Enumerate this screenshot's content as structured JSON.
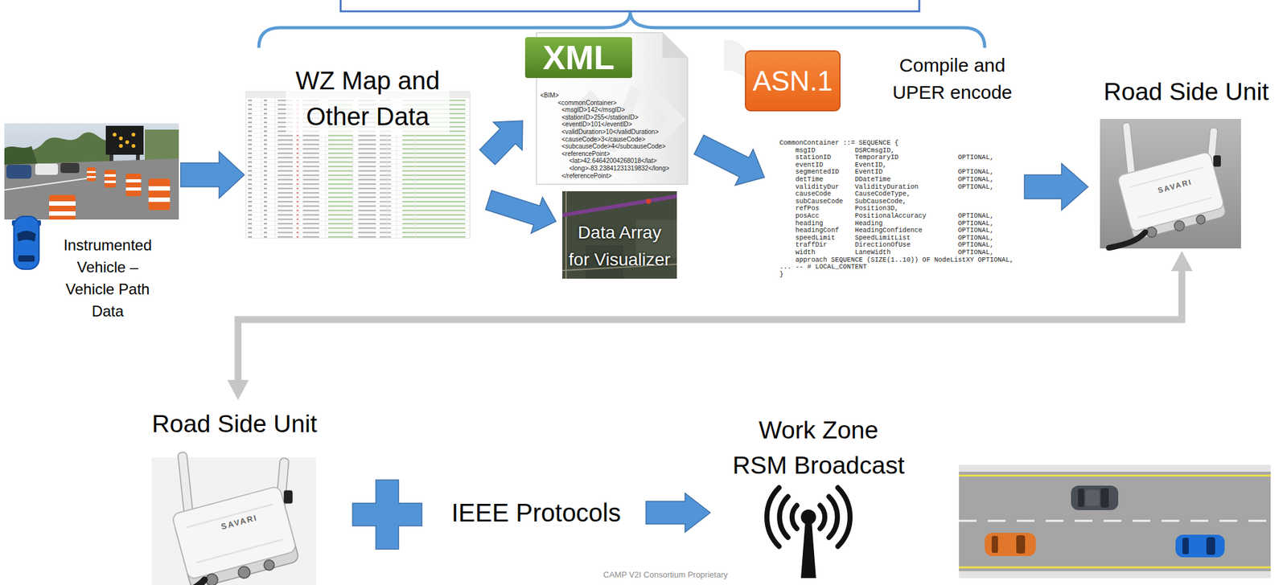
{
  "diagram": {
    "nodes": [
      {
        "text": [
          "Instrumented Vehicle – Vehicle Path Data"
        ]
      },
      {
        "text": [
          "WZ Map and Other Data"
        ]
      },
      {
        "text": [
          "XML",
          "<BIM>",
          "<commonContainer>",
          "<msgID>142</msgID>",
          "<stationID>255</stationID>",
          "<eventID>101</eventID>",
          "<validDuration>10</validDuration>",
          "<causeCode>3</causeCode>",
          "<subcauseCode>4</subcauseCode>",
          "<referencePoint>",
          "<lat>42.64642004268018</lat>",
          "<long>-83.23841231319832</long>",
          "</referencePoint>"
        ]
      },
      {
        "text": [
          "Data Array for Visualizer"
        ]
      },
      {
        "text": [
          "ASN.1"
        ]
      },
      {
        "text": [
          "CommonContainer ::= SEQUENCE {",
          "    msgID          DSRCmsgID,",
          "    stationID      TemporaryID               OPTIONAL,",
          "    eventID        EventID,",
          "    segmentedID    EventID                   OPTIONAL,",
          "    detTime        DDateTime                 OPTIONAL,",
          "    validityDur    ValidityDuration          OPTIONAL,",
          "    causeCode      CauseCodeType,",
          "    subCauseCode   SubCauseCode,",
          "    refPos         Position3D,",
          "    posAcc         PositionalAccuracy        OPTIONAL,",
          "    heading        Heading                   OPTIONAL,",
          "    headingConf    HeadingConfidence         OPTIONAL,",
          "    speedLimit     SpeedLimitList            OPTIONAL,",
          "    traffDir       DirectionOfUse            OPTIONAL,",
          "    width          LaneWidth                 OPTIONAL,",
          "    approach SEQUENCE (SIZE(1..10)) OF NodeListXY OPTIONAL,",
          "... -- # LOCAL_CONTENT",
          "}"
        ]
      },
      {
        "text": [
          "Road Side Unit"
        ]
      },
      {
        "text": [
          "Road Side Unit"
        ]
      },
      {
        "text": [
          "Work Zone RSM Broadcast"
        ]
      }
    ],
    "edges": [
      {
        "from": 0,
        "to": 1,
        "arrow": "to"
      },
      {
        "from": 1,
        "to": 2,
        "arrow": "to"
      },
      {
        "from": 1,
        "to": 3,
        "arrow": "to"
      },
      {
        "from": 2,
        "to": 5,
        "arrow": "to"
      },
      {
        "from": 5,
        "to": 6,
        "arrow": "to"
      },
      {
        "from": 6,
        "to": 7,
        "arrow": "both"
      }
    ],
    "labels": [
      "Compile and UPER encode",
      "IEEE Protocols",
      "SAVARI",
      "SAVARI",
      "CAMP V2I Consortium Proprietary"
    ]
  }
}
